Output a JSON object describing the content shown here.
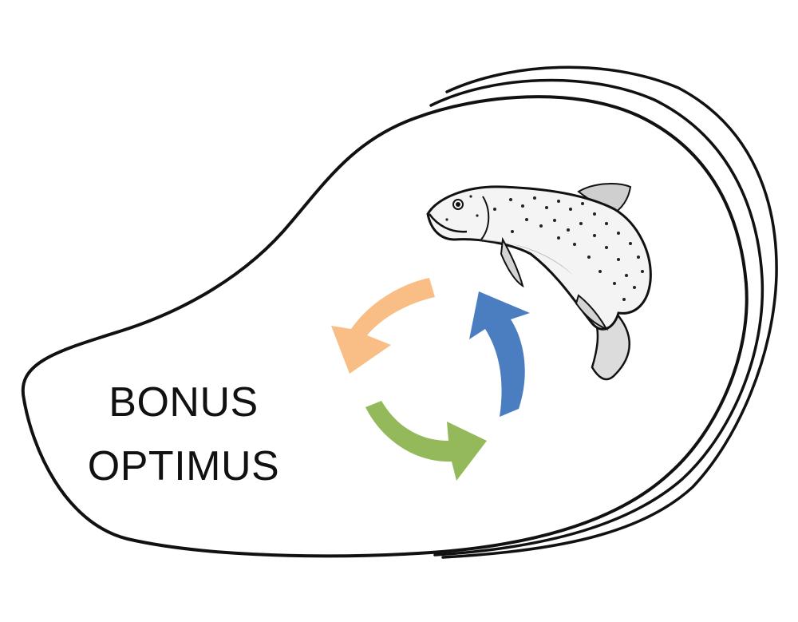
{
  "logo": {
    "wordmark_line1": "BONUS",
    "wordmark_line2": "OPTIMUS",
    "icons": [
      "mussel-shell-outline",
      "trout-fish-illustration",
      "recycle-arrows-icon"
    ],
    "colors": {
      "outline": "#111111",
      "arrow_orange": "#f9bd86",
      "arrow_blue": "#4a7ec0",
      "arrow_green": "#93b95a",
      "background": "#ffffff"
    }
  }
}
